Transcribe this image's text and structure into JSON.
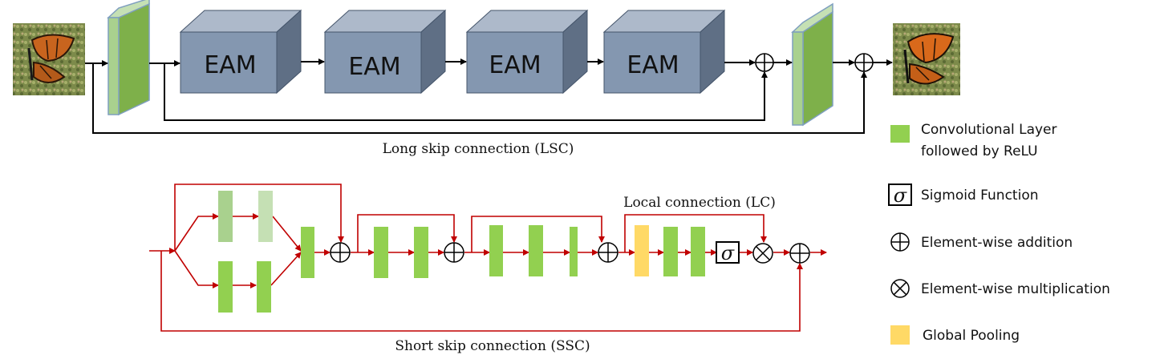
{
  "blocks": {
    "eam_label": "EAM"
  },
  "captions": {
    "long_skip": "Long skip connection (LSC)",
    "short_skip": "Short skip connection (SSC)",
    "local_connection": "Local connection (LC)"
  },
  "symbols": {
    "sigma": "σ"
  },
  "legend": {
    "conv": "Convolutional Layer",
    "conv_line2": "followed by ReLU",
    "sigmoid": "Sigmoid Function",
    "addition": "Element-wise addition",
    "multiplication": "Element-wise multiplication",
    "pooling": "Global Pooling"
  },
  "colors": {
    "eam_front": "#8497b0",
    "eam_top": "#adb9ca",
    "eam_side": "#5f6f85",
    "conv_green": "#92d050",
    "conv_green_light": "#a9d18e",
    "conv_green_pale": "#c5e0b4",
    "pooling_yellow": "#ffd966",
    "arrow_red": "#c00000"
  },
  "icons": [
    "butterfly-input-image",
    "butterfly-output-image",
    "plus-circle-icon",
    "times-circle-icon",
    "sigma-box-icon"
  ]
}
